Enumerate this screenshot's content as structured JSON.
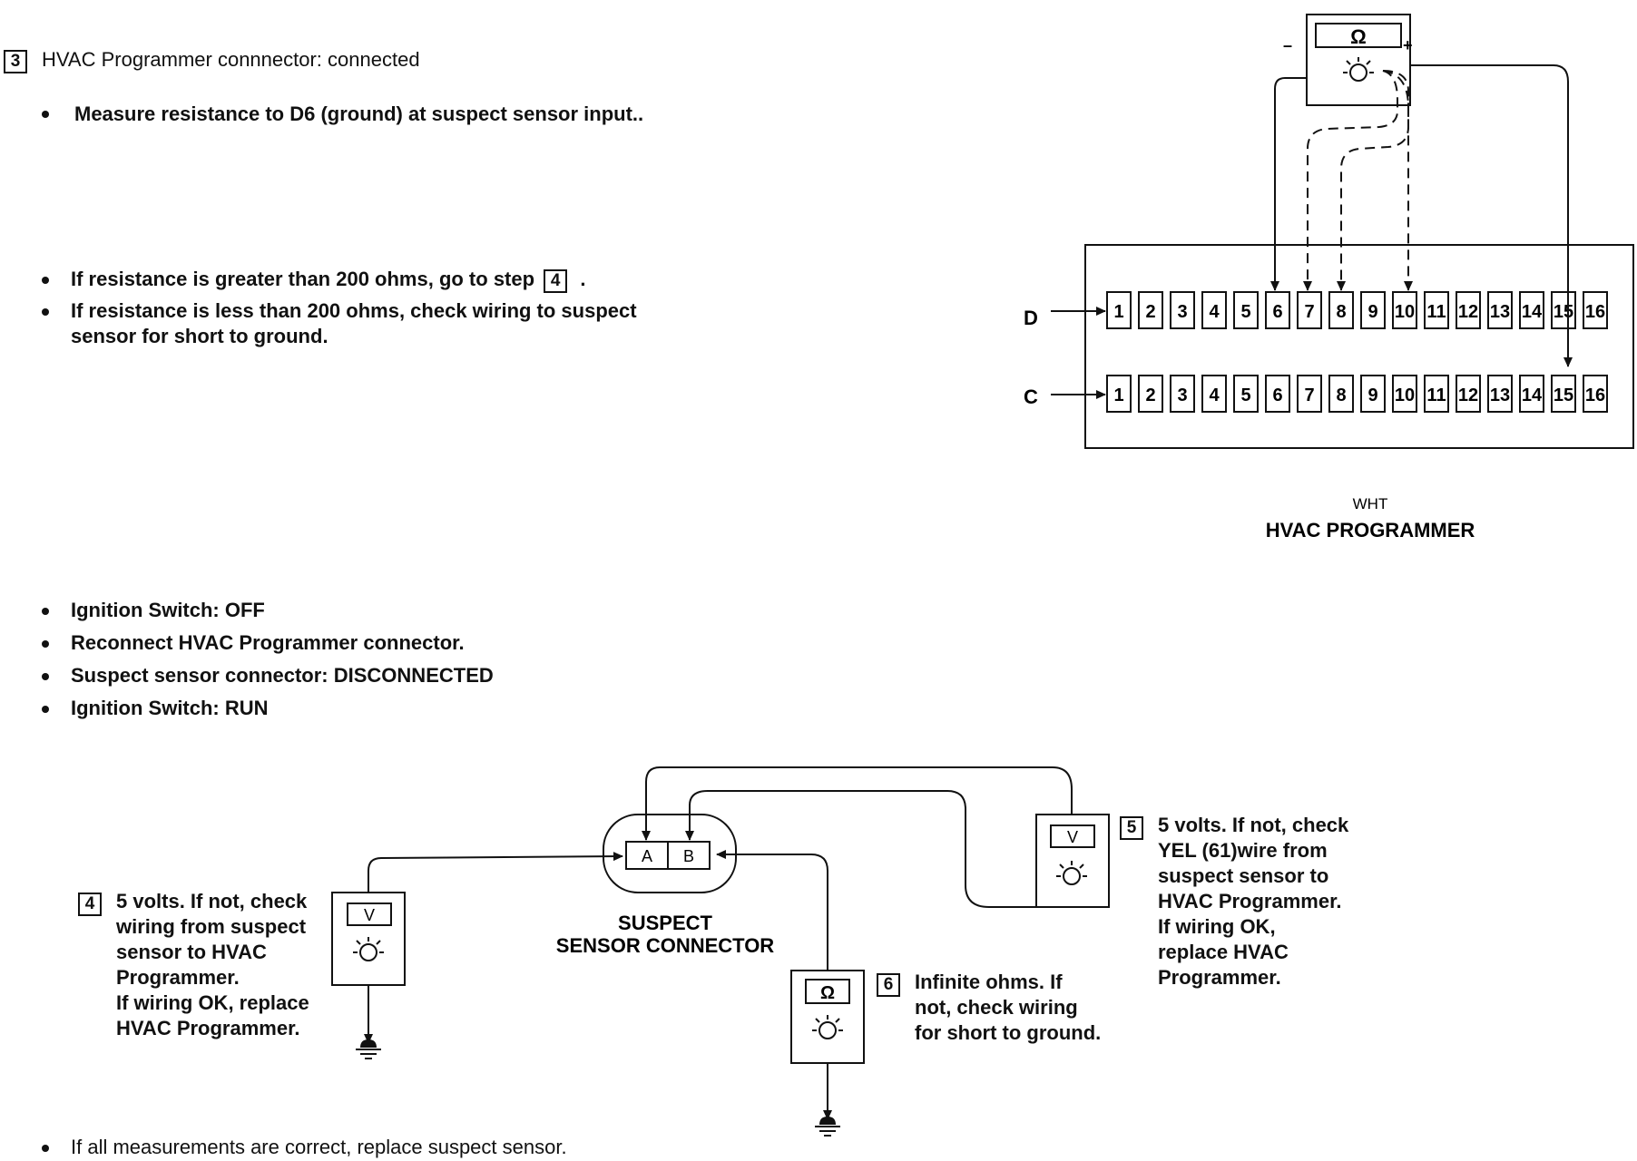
{
  "step3": {
    "number": "3",
    "title": "HVAC Programmer connnector: connected"
  },
  "bullets_top": [
    "Measure resistance to D6 (ground) at suspect sensor input.."
  ],
  "bullets_mid": [
    {
      "text": "If resistance is greater than 200 ohms, go to step",
      "step_ref": "4",
      "trail": "."
    },
    {
      "text": "If resistance is less than 200 ohms, check wiring to suspect",
      "line2": "sensor for short to ground."
    }
  ],
  "bullets_lower": [
    "Ignition Switch: OFF",
    "Reconnect HVAC Programmer connector.",
    "Suspect sensor connector: DISCONNECTED",
    "Ignition Switch: RUN"
  ],
  "bullet_final": "If all measurements are correct, replace suspect sensor.",
  "programmer": {
    "wire_color": "WHT",
    "label": "HVAC PROGRAMMER",
    "row_d_label": "D",
    "row_c_label": "C",
    "pins": [
      "1",
      "2",
      "3",
      "4",
      "5",
      "6",
      "7",
      "8",
      "9",
      "10",
      "11",
      "12",
      "13",
      "14",
      "15",
      "16"
    ],
    "meter_symbol": "Ω",
    "meter_minus": "–",
    "meter_plus": "+"
  },
  "sensor_connector": {
    "label_line1": "SUSPECT",
    "label_line2": "SENSOR CONNECTOR",
    "pin_a": "A",
    "pin_b": "B"
  },
  "meter_volt_symbol": "V",
  "meter_ohm_symbol": "Ω",
  "step4": {
    "number": "4",
    "lines": [
      "5 volts. If not, check",
      "wiring from suspect",
      "sensor to HVAC",
      "Programmer.",
      "If wiring OK, replace",
      "HVAC Programmer."
    ]
  },
  "step5": {
    "number": "5",
    "lines": [
      "5 volts. If not, check",
      "YEL (61)wire from",
      "suspect sensor to",
      "HVAC Programmer.",
      "If wiring OK,",
      "replace HVAC",
      "Programmer."
    ]
  },
  "step6": {
    "number": "6",
    "lines": [
      "Infinite ohms.  If",
      "not, check wiring",
      "for short to ground."
    ]
  }
}
